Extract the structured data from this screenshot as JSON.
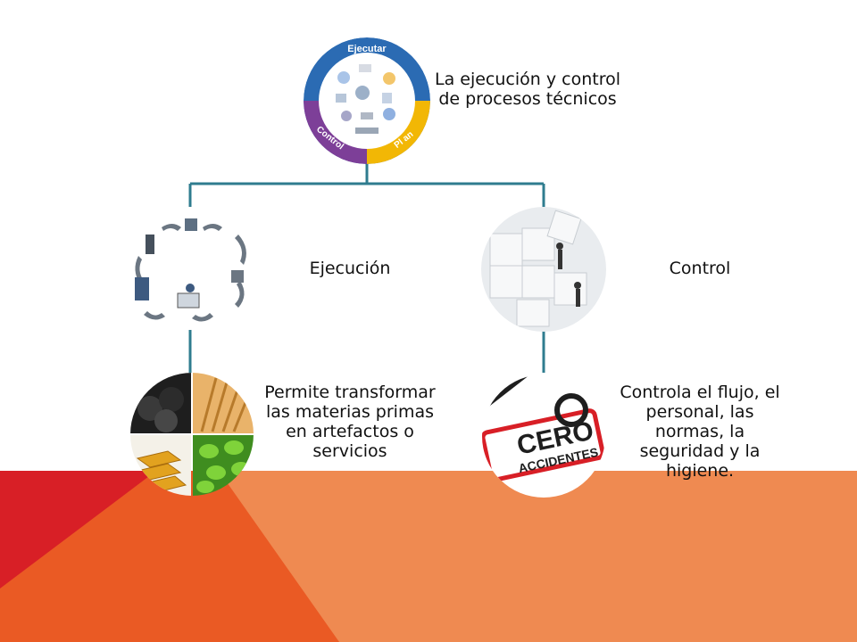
{
  "root": {
    "label": "La ejecución y control de procesos técnicos",
    "cycle_words": [
      "Ejecutar",
      "Control",
      "Pl an"
    ]
  },
  "branches": [
    {
      "title": "Ejecución",
      "detail": "Permite transformar las materias primas en artefactos o servicios"
    },
    {
      "title": "Control",
      "detail": "Controla el flujo, el personal, las normas, la seguridad y la higiene."
    }
  ],
  "badge": {
    "line1": "CERO",
    "line2": "ACCIDENTES"
  },
  "colors": {
    "connector": "#2f7c8f",
    "footer_red": "#d81f26",
    "footer_orange": "#ea5a24",
    "footer_light": "#ef8a51",
    "cycle_blue": "#2b6bb3",
    "cycle_purple": "#7d3f98",
    "cycle_yellow": "#f2b705"
  }
}
